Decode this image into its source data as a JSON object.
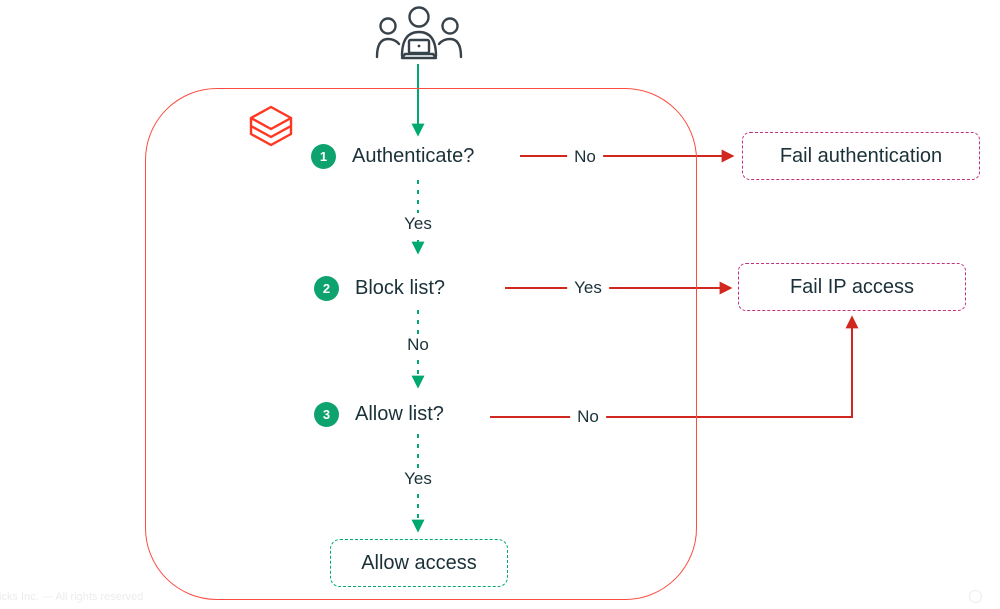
{
  "flow": {
    "steps": [
      {
        "number": "1",
        "label": "Authenticate?"
      },
      {
        "number": "2",
        "label": "Block list?"
      },
      {
        "number": "3",
        "label": "Allow list?"
      }
    ],
    "edge_labels": {
      "authenticate_no": "No",
      "authenticate_yes": "Yes",
      "block_yes": "Yes",
      "block_no": "No",
      "allow_no": "No",
      "allow_yes": "Yes"
    },
    "outcomes": {
      "fail_authentication": "Fail authentication",
      "fail_ip_access": "Fail IP access",
      "allow_access": "Allow access"
    },
    "colors": {
      "green": "#00A972",
      "badge_green": "#0EA36E",
      "red_arrow": "#D0281E",
      "container_border": "#FB4D41",
      "fail_box_border": "#C2317E",
      "text": "#1B3139"
    }
  },
  "footer": {
    "text": "Databricks Inc. — All rights reserved"
  }
}
